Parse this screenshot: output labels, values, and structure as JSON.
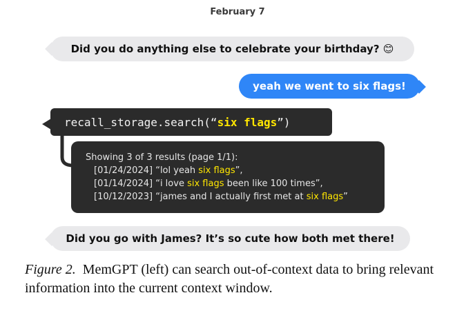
{
  "date": "February 7",
  "messages": {
    "user1": {
      "text": "Did you do anything else to celebrate your birthday? 😊"
    },
    "assistant1": {
      "text": "yeah we went to six flags!"
    },
    "user2": {
      "text": "Did you go with James? It’s so cute how both met there!"
    }
  },
  "function_call": {
    "prefix": "recall_storage.search(“",
    "argument": "six flags",
    "suffix": "”)"
  },
  "results": {
    "header": "Showing 3 of 3 results (page 1/1):",
    "items": [
      {
        "pre": "[01/24/2024] “lol yeah ",
        "hl": "six flags",
        "post": "”,"
      },
      {
        "pre": "[01/14/2024] “i love ",
        "hl": "six flags",
        "post": " been like 100 times”,"
      },
      {
        "pre": "[10/12/2023] “james and I actually first met at ",
        "hl": "six flags",
        "post": "”"
      }
    ]
  },
  "caption": {
    "label": "Figure 2.",
    "text": "MemGPT (left) can search out-of-context data to bring relevant information into the current context window."
  },
  "colors": {
    "incoming_bubble": "#e9e9eb",
    "outgoing_bubble": "#2f86f7",
    "dark_box": "#2b2b2b",
    "highlight": "#ffe600"
  }
}
